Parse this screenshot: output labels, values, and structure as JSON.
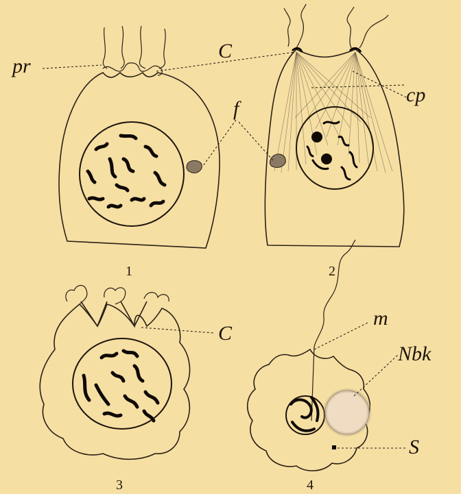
{
  "labels": {
    "pr": "pr",
    "c_fig1": "C",
    "cp": "cp",
    "f": "f",
    "c_fig3": "C",
    "m": "m",
    "nbk": "Nbk",
    "s": "S"
  },
  "figure_numbers": [
    "1",
    "2",
    "3",
    "4"
  ],
  "colors": {
    "background": "#f6dfa3",
    "ink": "#1c140c"
  }
}
